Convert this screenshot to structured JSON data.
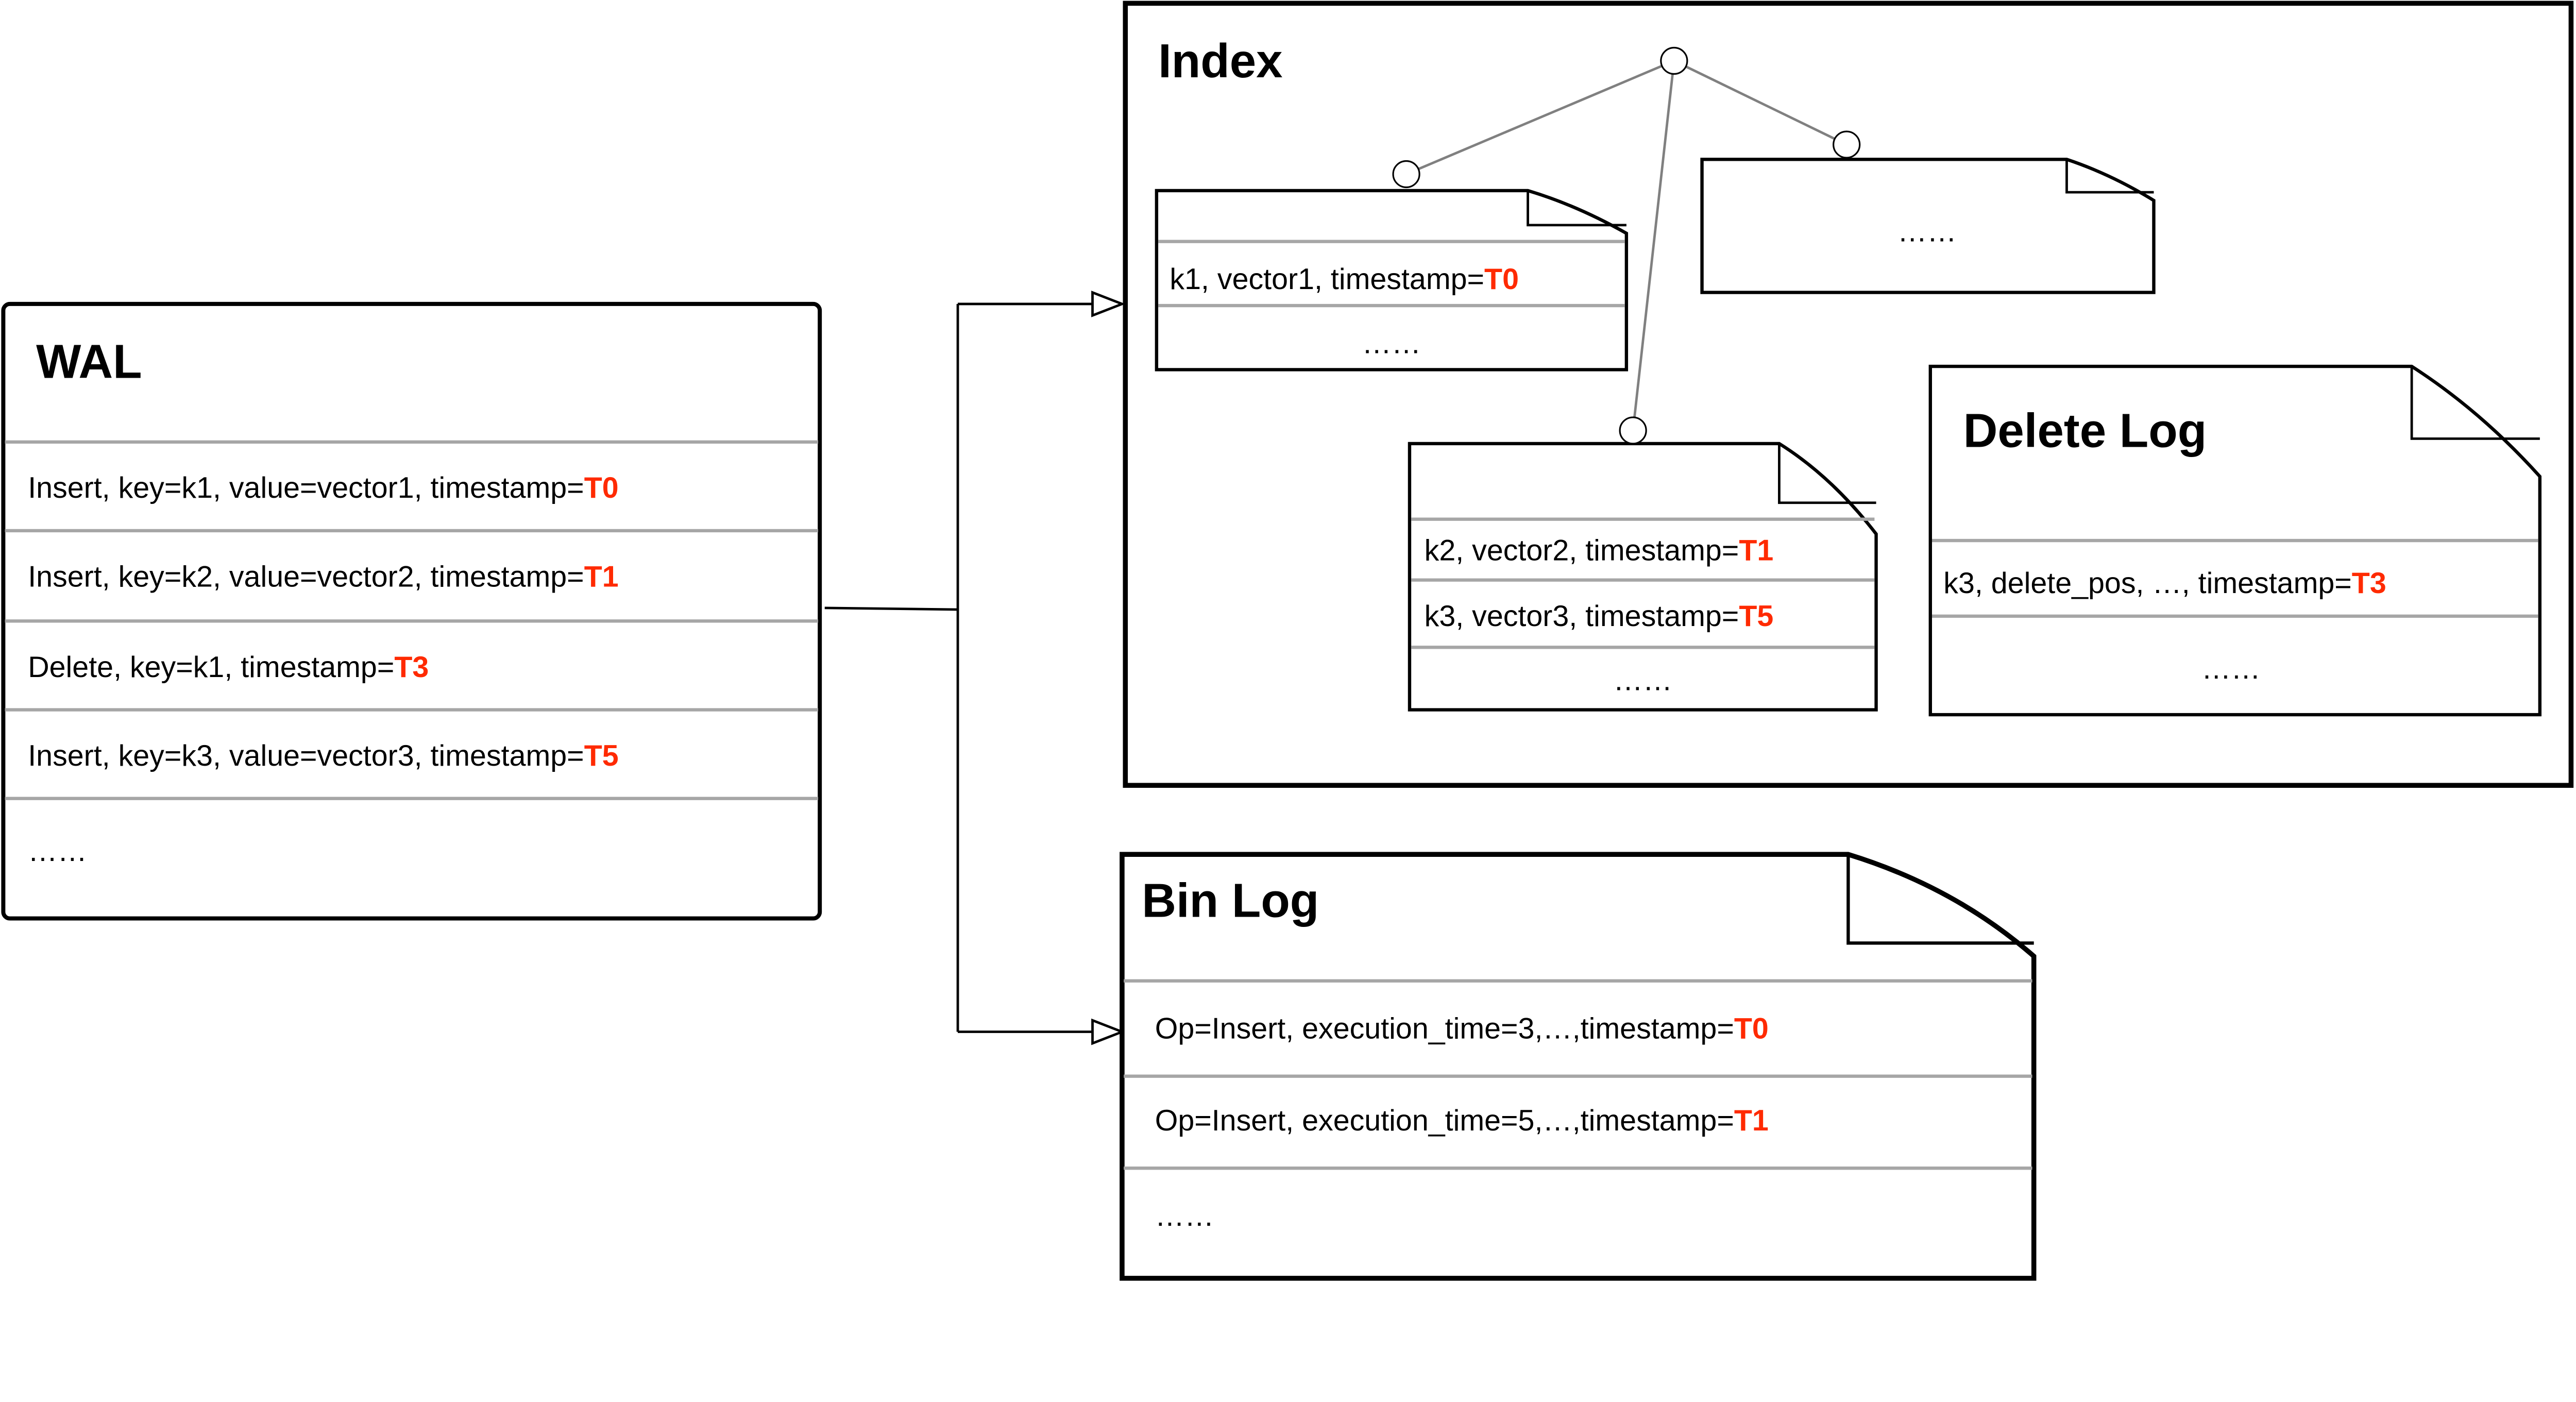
{
  "wal": {
    "title": "WAL",
    "rows": [
      {
        "text": "Insert, key=k1, value=vector1, timestamp=",
        "ts": "T0"
      },
      {
        "text": "Insert, key=k2, value=vector2, timestamp=",
        "ts": "T1"
      },
      {
        "text": "Delete, key=k1, timestamp=",
        "ts": "T3"
      },
      {
        "text": "Insert, key=k3, value=vector3, timestamp=",
        "ts": "T5"
      }
    ],
    "more": "……"
  },
  "index": {
    "title": "Index",
    "segment1": {
      "row": {
        "text": "k1, vector1, timestamp=",
        "ts": "T0"
      },
      "more": "……"
    },
    "segment2": {
      "more": "……"
    },
    "segment3": {
      "rows": [
        {
          "text": "k2, vector2, timestamp=",
          "ts": "T1"
        },
        {
          "text": "k3, vector3, timestamp=",
          "ts": "T5"
        }
      ],
      "more": "……"
    },
    "delete_log": {
      "title": "Delete Log",
      "row": {
        "text": "k3, delete_pos, …, timestamp=",
        "ts": "T3"
      },
      "more": "……"
    }
  },
  "bin_log": {
    "title": "Bin Log",
    "rows": [
      {
        "text": "Op=Insert, execution_time=3,…,timestamp=",
        "ts": "T0"
      },
      {
        "text": "Op=Insert, execution_time=5,…,timestamp=",
        "ts": "T1"
      }
    ],
    "more": "……"
  },
  "colors": {
    "timestamp": "#ff2a00",
    "separator": "#a6a6a6",
    "tree_edge": "#808080"
  }
}
